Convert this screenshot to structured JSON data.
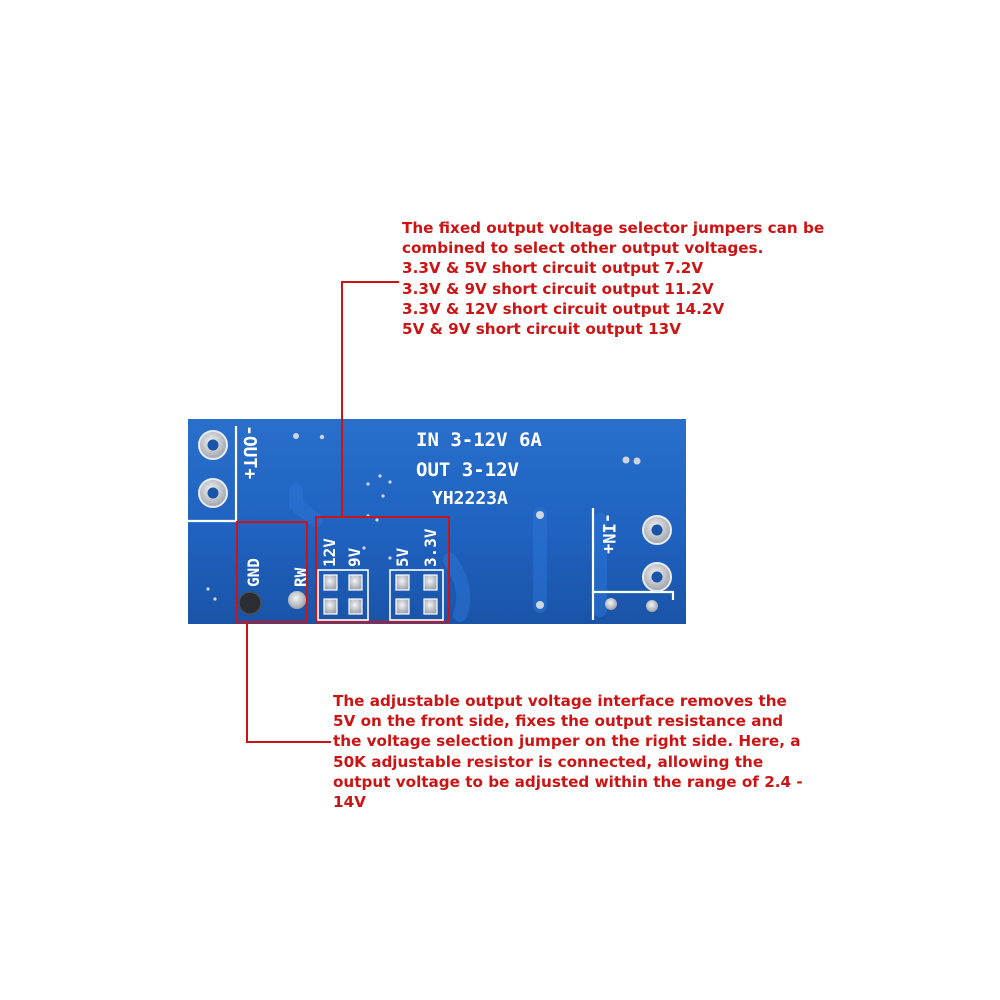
{
  "annotations": {
    "top_note": {
      "lines": [
        "The fixed output voltage selector jumpers can be",
        "combined to select other output voltages.",
        "3.3V & 5V short circuit output 7.2V",
        "3.3V & 9V short circuit output 11.2V",
        "3.3V & 12V short circuit output 14.2V",
        "5V & 9V short circuit output 13V"
      ]
    },
    "bottom_note": {
      "lines": [
        "The adjustable output voltage interface removes the",
        "5V on the front side, fixes the output resistance and",
        "the voltage selection jumper on the right side. Here, a",
        "50K adjustable resistor is connected, allowing the",
        "output voltage to be adjusted within the range of 2.4 -",
        "14V"
      ]
    }
  },
  "board": {
    "title_line1": "IN 3-12V 6A",
    "title_line2": "OUT 3-12V",
    "model": "YH2223A",
    "out_label": "-OUT+",
    "in_label": "-IN+",
    "gnd_label": "GND",
    "rw_label": "RW",
    "jumpers": {
      "j12": "12V",
      "j9": "9V",
      "j5": "5V",
      "j33": "3.3V"
    }
  },
  "colors": {
    "annotation_red": "#cc1414",
    "pcb_blue": "#1d5fbf",
    "pcb_dark_blue": "#174fa3",
    "silkscreen": "#ffffff",
    "pad_silver": "#c9ccd1"
  }
}
